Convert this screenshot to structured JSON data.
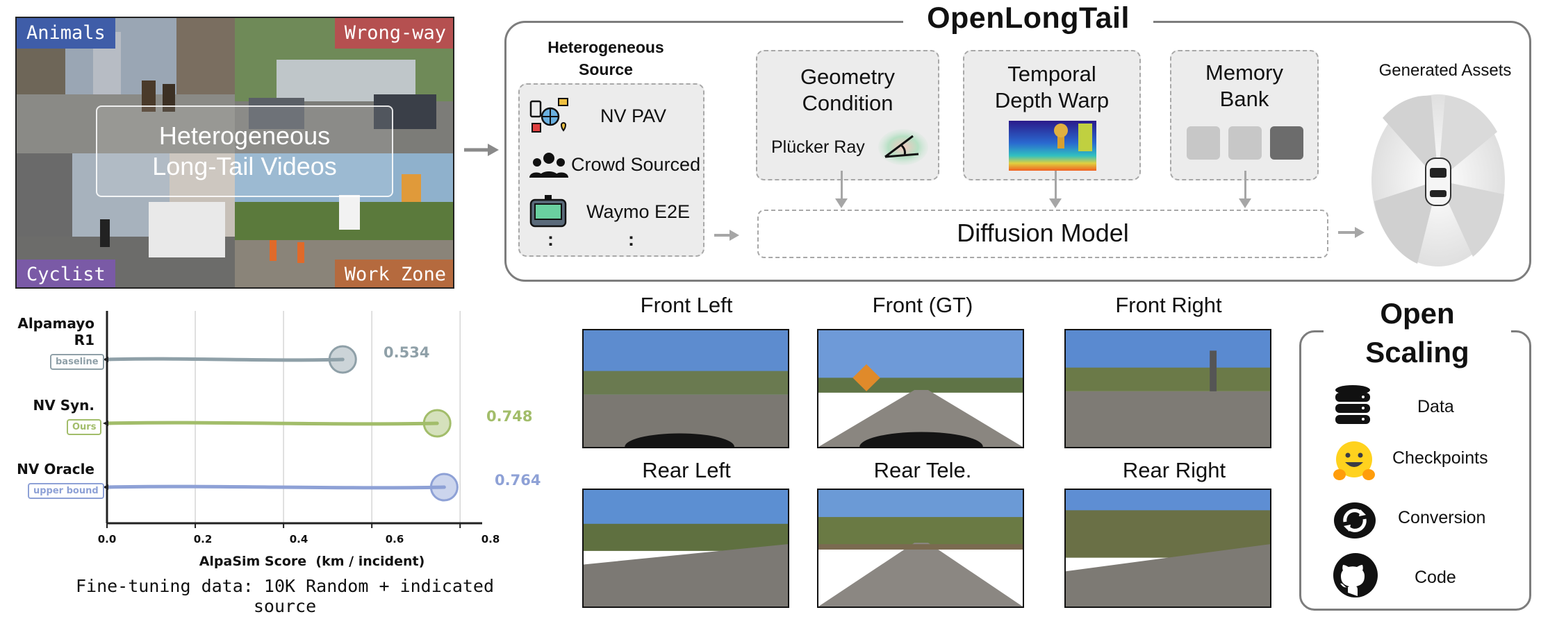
{
  "collage": {
    "tags": {
      "top_left": "Animals",
      "top_right": "Wrong-way",
      "bottom_left": "Cyclist",
      "bottom_right": "Work Zone"
    },
    "tag_colors": {
      "animals": "#3f5da8",
      "wrong_way": "#b55050",
      "cyclist": "#7a5aa6",
      "work_zone": "#b56a3e"
    },
    "overlay_line1": "Heterogeneous",
    "overlay_line2": "Long-Tail Videos"
  },
  "pipeline": {
    "title": "OpenLongTail",
    "source": {
      "title_line1": "Heterogeneous",
      "title_line2": "Source",
      "items": [
        "NV PAV",
        "Crowd Sourced",
        "Waymo E2E"
      ],
      "ellipsis": ":"
    },
    "modules": {
      "geometry": {
        "line1": "Geometry",
        "line2": "Condition",
        "sub": "Plücker Ray"
      },
      "depth": {
        "line1": "Temporal",
        "line2": "Depth Warp"
      },
      "memory": {
        "line1": "Memory",
        "line2": "Bank"
      }
    },
    "diffusion_label": "Diffusion Model",
    "generated_label": "Generated Assets",
    "icons": [
      "globe-network-icon",
      "crowd-icon",
      "dashcam-icon",
      "plucker-ray-icon",
      "depth-map-icon",
      "memory-slot-icon",
      "car-icon"
    ]
  },
  "cameras": {
    "front_left": "Front Left",
    "front_gt": "Front (GT)",
    "front_right": "Front Right",
    "rear_left": "Rear Left",
    "rear_tele": "Rear Tele.",
    "rear_right": "Rear Right"
  },
  "scaling": {
    "title_line1": "Open",
    "title_line2": "Scaling",
    "items": [
      "Data",
      "Checkpoints",
      "Conversion",
      "Code"
    ],
    "icons": [
      "database-icon",
      "hugging-face-icon",
      "conversion-icon",
      "github-icon"
    ]
  },
  "chart_data": {
    "type": "bar",
    "orientation": "horizontal",
    "categories": [
      "Alpamayo R1",
      "NV Syn.",
      "NV Oracle"
    ],
    "category_line1": [
      "Alpamayo",
      "NV Syn.",
      "NV Oracle"
    ],
    "category_line2": [
      "R1",
      "",
      ""
    ],
    "badges": [
      "baseline",
      "Ours",
      "upper bound"
    ],
    "values": [
      0.534,
      0.748,
      0.764
    ],
    "value_labels": [
      "0.534",
      "0.748",
      "0.764"
    ],
    "colors": [
      "#8fa0a8",
      "#a2bd6a",
      "#8ea1d6"
    ],
    "xlabel": "AlpaSim Score  (km / incident)",
    "xticks": [
      "0.0",
      "0.2",
      "0.4",
      "0.6",
      "0.8"
    ],
    "xlim": [
      0,
      0.85
    ],
    "grid": true,
    "caption": "Fine-tuning data: 10K Random + indicated source"
  }
}
